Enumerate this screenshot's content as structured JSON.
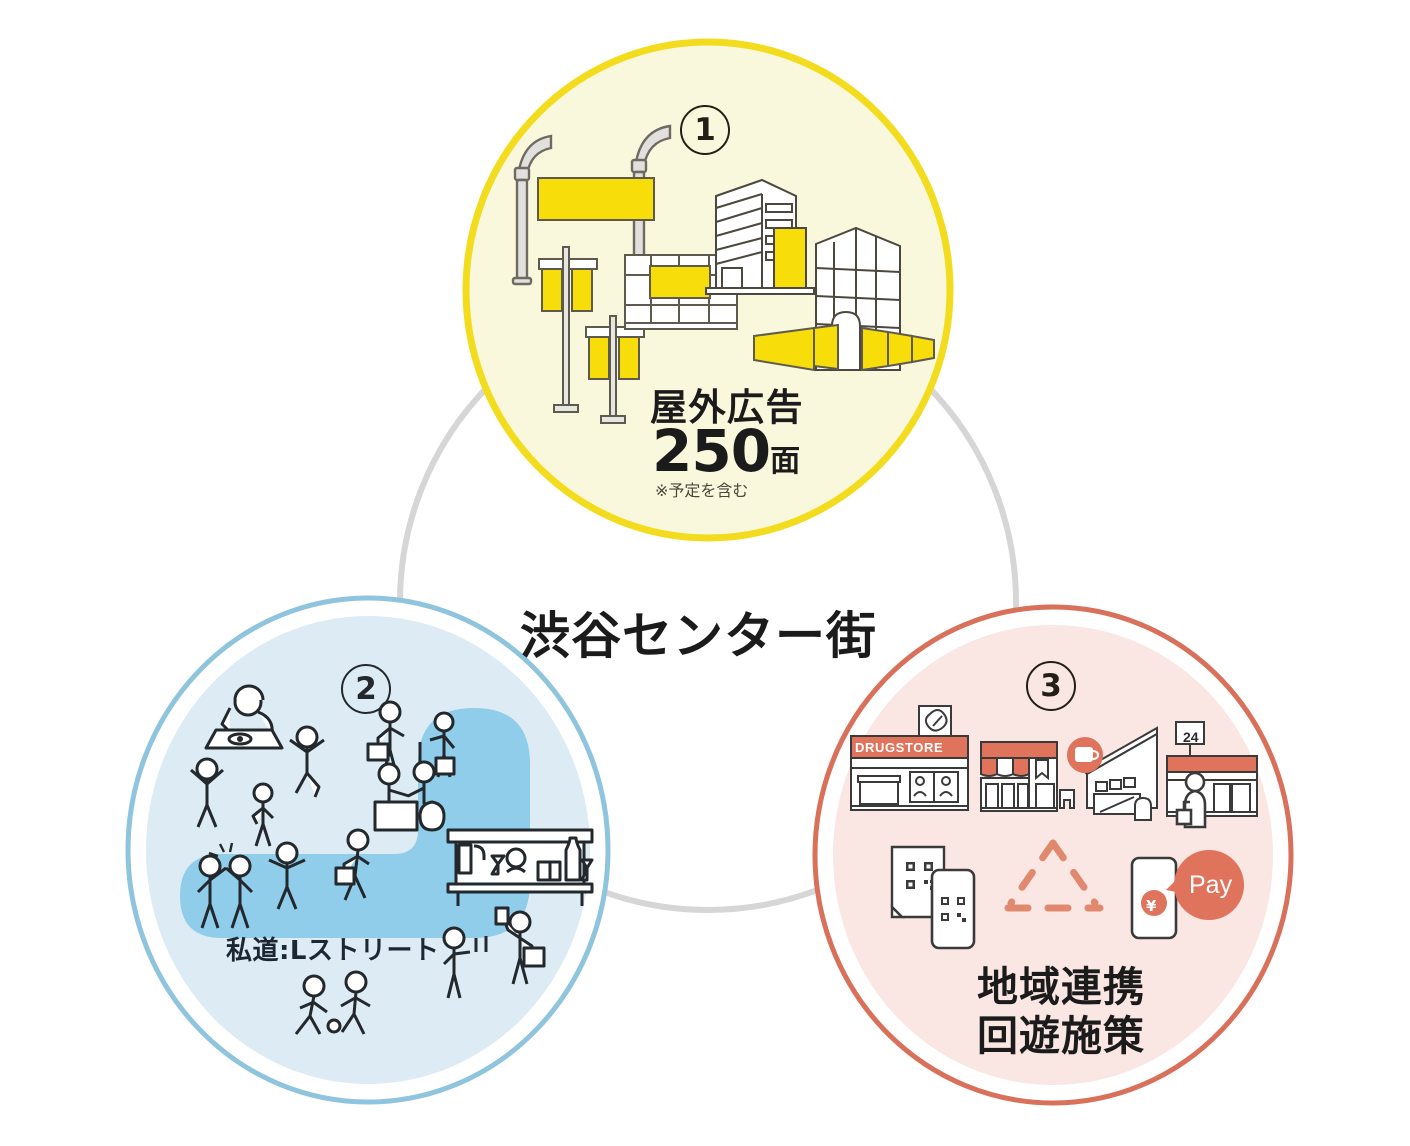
{
  "center": {
    "title": "渋谷センター街"
  },
  "colors": {
    "yellow_stroke": "#F3DC1E",
    "yellow_fill": "#FAF8DC",
    "yellow_accent": "#F5D900",
    "blue_stroke": "#8FC4DE",
    "blue_fill": "#DDEBF5",
    "blue_path": "#8FCDEA",
    "red_stroke": "#D9705A",
    "red_fill": "#FAE6E2",
    "red_accent": "#E0735C",
    "gray_ring": "#D6D6D6",
    "ink": "#2B2B2B"
  },
  "ring": {
    "name": "connector-ring"
  },
  "circles": [
    {
      "id": "circle-1",
      "number": "①",
      "number_plain": "1",
      "heading": "屋外広告",
      "value": "250",
      "unit": "面",
      "note": "※予定を含む",
      "illustration": "outdoor-advertising-streetscape"
    },
    {
      "id": "circle-2",
      "number": "②",
      "number_plain": "2",
      "street_label": "私道:Lストリート",
      "illustration": "people-street-activities"
    },
    {
      "id": "circle-3",
      "number": "③",
      "number_plain": "3",
      "heading_line1": "地域連携",
      "heading_line2": "回遊施策",
      "shops": [
        "DRUGSTORE",
        "boutique",
        "cafe",
        "24"
      ],
      "convenience_sign": "24",
      "pay_label": "Pay",
      "currency_symbol": "¥",
      "illustration": "local-partnership-qr-payment"
    }
  ]
}
